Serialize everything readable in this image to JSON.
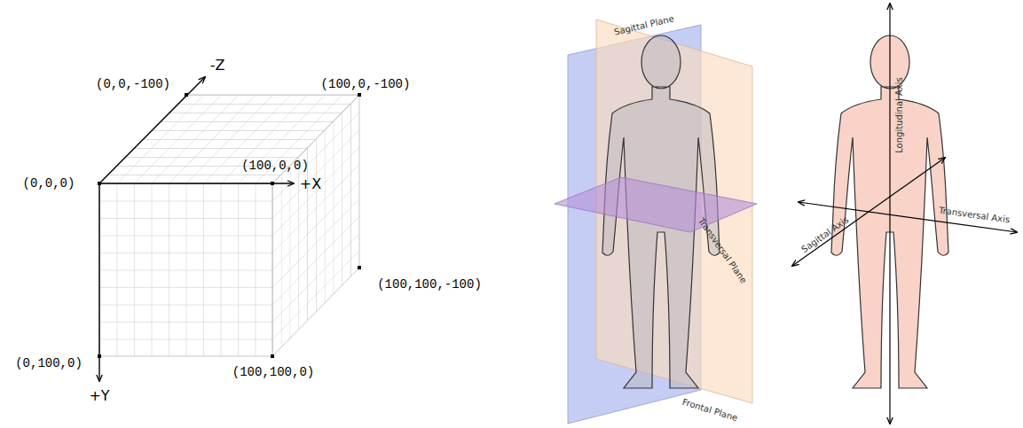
{
  "diagram": {
    "labels": [
      "-Z",
      "(0,0,-100)",
      "(100,0,-100)",
      "(0,0,0)",
      "(100,0,0)",
      "+X",
      "(100,100,-100)",
      "(0,100,0)",
      "(100,100,0)",
      "+Y",
      "Sagittal Plane",
      "Transversal Plane",
      "Frontal Plane",
      "Longitudinal Axis",
      "Transversal Axis",
      "Sagittal Axis"
    ]
  }
}
